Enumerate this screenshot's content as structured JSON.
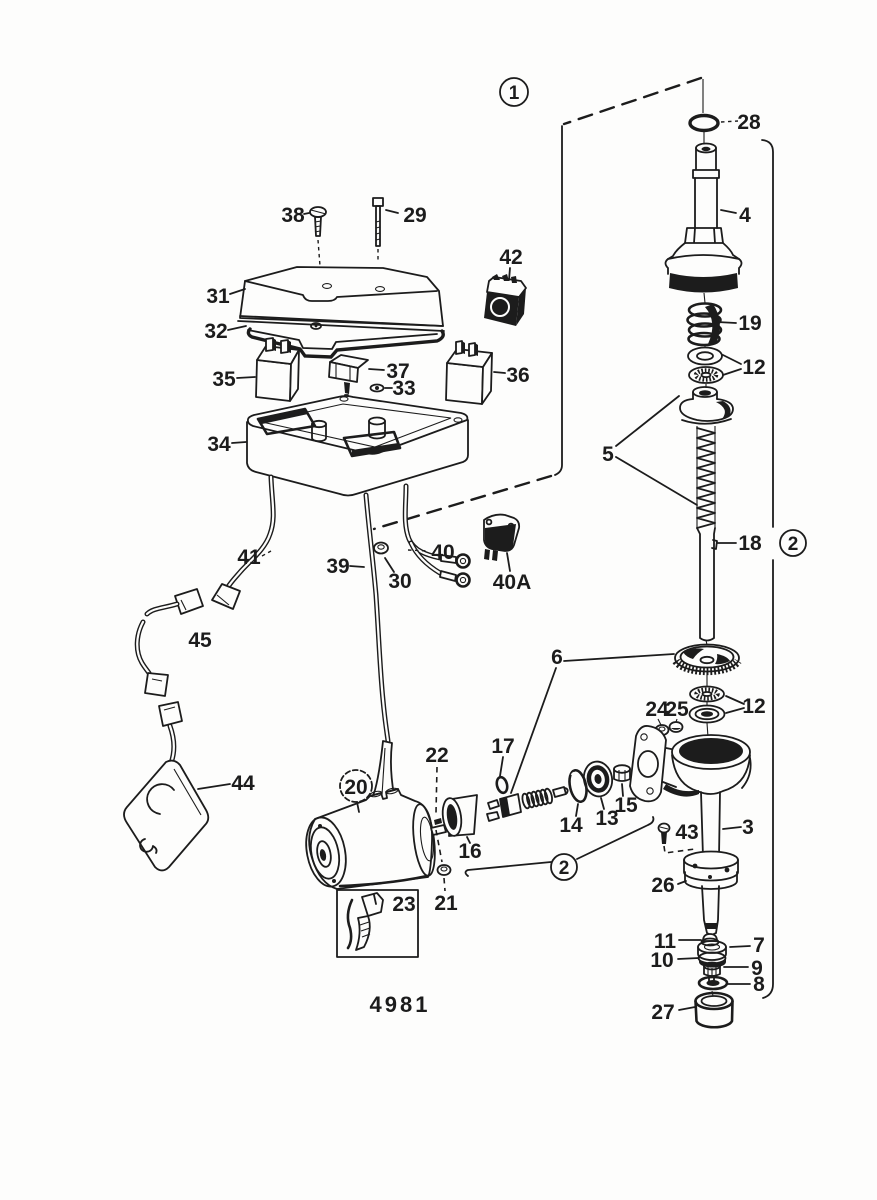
{
  "figure": {
    "type": "exploded-parts-diagram",
    "drawing_number": "4981",
    "colors": {
      "ink": "#1c1c1c",
      "paper": "#fdfdfc"
    },
    "callouts": {
      "c1": "1",
      "c2a": "2",
      "c2b": "2"
    },
    "parts": {
      "p3": "3",
      "p4": "4",
      "p5": "5",
      "p6": "6",
      "p7": "7",
      "p8": "8",
      "p9": "9",
      "p10": "10",
      "p11": "11",
      "p12_upper": "12",
      "p12_lower": "12",
      "p13": "13",
      "p14": "14",
      "p15": "15",
      "p16": "16",
      "p17": "17",
      "p18": "18",
      "p19": "19",
      "p20": "20",
      "p21": "21",
      "p22": "22",
      "p23": "23",
      "p24": "24",
      "p25": "25",
      "p26": "26",
      "p27": "27",
      "p28": "28",
      "p29": "29",
      "p30": "30",
      "p31": "31",
      "p32": "32",
      "p33": "33",
      "p34": "34",
      "p35": "35",
      "p36": "36",
      "p37": "37",
      "p38": "38",
      "p39": "39",
      "p40": "40",
      "p40a": "40A",
      "p41": "41",
      "p42": "42",
      "p43": "43",
      "p44": "44",
      "p45": "45"
    }
  }
}
